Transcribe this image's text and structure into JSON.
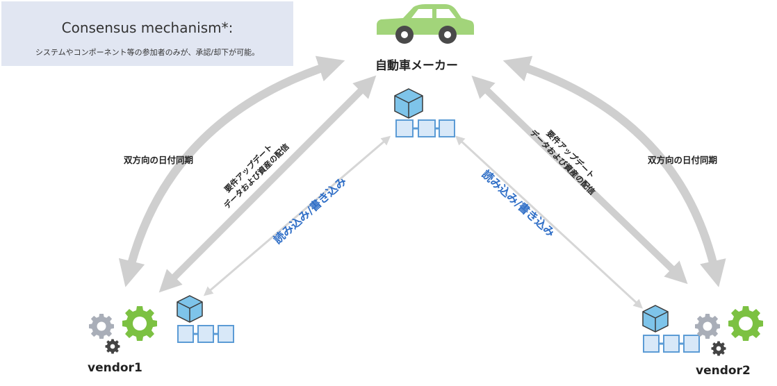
{
  "info_box": {
    "title": "Consensus mechanism*:",
    "subtitle": "システムやコンポーネント等の参加者のみが、承認/却下が可能。"
  },
  "nodes": {
    "manufacturer": "自動車メーカー",
    "vendor1": "vendor1",
    "vendor2": "vendor2"
  },
  "edge_labels": {
    "sync_left": "双方向の日付同期",
    "sync_right": "双方向の日付同期",
    "distribution_left_line1": "要件アップデート",
    "distribution_left_line2": "データおよび資産の配信",
    "distribution_right_line1": "要件アップデート",
    "distribution_right_line2": "データおよび資産の配信",
    "readwrite_left": "読み込み/書き込み",
    "readwrite_right": "読み込み/書き込み"
  },
  "colors": {
    "info_bg": "#e1e6f2",
    "arrow_gray": "#cfcfcf",
    "gear_green": "#7cc142",
    "gear_gray": "#a9aeb8",
    "gear_dark": "#444444",
    "cube_blue": "#7ec4ea",
    "block_fill": "#d8e8f8",
    "block_stroke": "#5b9bd5",
    "car_green": "#a2d47a",
    "label_blue": "#2f6ec6"
  },
  "icons": [
    "car-icon",
    "cube-icon",
    "blockchain-blocks-icon",
    "gear-icon"
  ]
}
